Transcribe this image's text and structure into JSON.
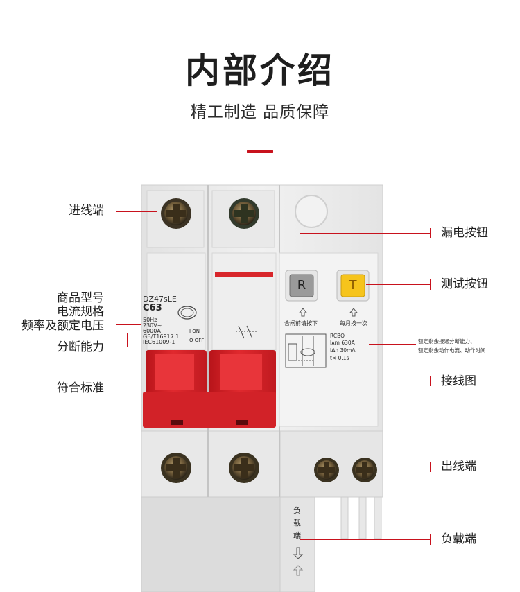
{
  "header": {
    "title": "内部介绍",
    "subtitle": "精工制造 品质保障"
  },
  "left_labels": {
    "incoming_terminal": "进线端",
    "model": "商品型号",
    "current_spec": "电流规格",
    "frequency_voltage": "频率及额定电压",
    "breaking_capacity": "分断能力",
    "standard": "符合标准"
  },
  "right_labels": {
    "leakage_button": "漏电按钮",
    "test_button": "测试按钮",
    "wiring_diagram": "接线图",
    "outgoing_terminal": "出线端",
    "load_terminal": "负载端"
  },
  "device_print": {
    "model": "DZ47sLE",
    "rating": "C63",
    "frequency": "50Hz",
    "voltage": "230V~",
    "breaking": "6000A",
    "standard_gb": "GB/T16917.1",
    "standard_iec": "IEC61009-1",
    "on": "I ON",
    "off": "O OFF",
    "reset_button": "R",
    "test_button": "T",
    "reset_hint": "合闸前请按下",
    "test_hint": "每月按一次",
    "type": "RCBO",
    "im": "Iᴀm 630A",
    "idn": "IΔn  30mA",
    "trip_time": "t< 0.1s",
    "load_side": [
      "负",
      "载",
      "端"
    ],
    "note_line1": "额定剩余接通分断能力、",
    "note_line2": "额定剩余动作电流、动作时间"
  },
  "colors": {
    "accent": "#c8121d",
    "handle": "#d8262b",
    "body": "#ececec",
    "test_button": "#f6c41c"
  }
}
